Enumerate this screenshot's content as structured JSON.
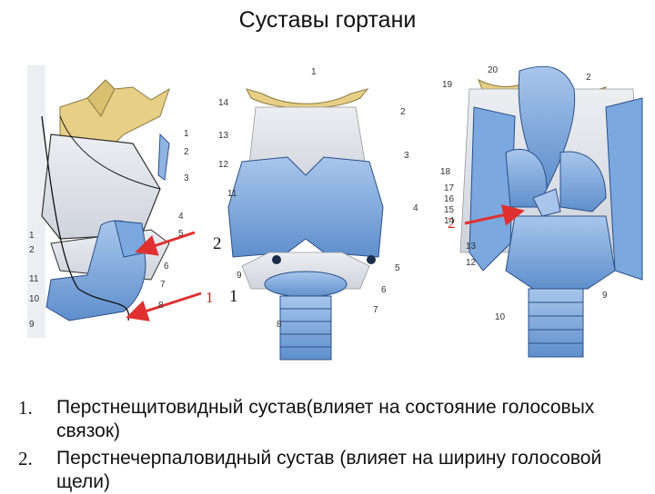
{
  "title": "Суставы гортани",
  "figure": {
    "callouts": {
      "left_2": "2",
      "left_1": "1",
      "middle_1": "1",
      "right_2": "2"
    },
    "left_numbers": [
      "1",
      "2",
      "3",
      "4",
      "5",
      "6",
      "7",
      "8",
      "1",
      "2",
      "11",
      "10",
      "9"
    ],
    "middle_numbers": [
      "1",
      "14",
      "2",
      "13",
      "3",
      "12",
      "11",
      "4",
      "9",
      "5",
      "6",
      "7",
      "8"
    ],
    "right_numbers": [
      "20",
      "2",
      "19",
      "18",
      "17",
      "16",
      "15",
      "14",
      "13",
      "12",
      "9",
      "10"
    ]
  },
  "list": [
    {
      "marker": "1.",
      "text": "Перстнещитовидный сустав(влияет на состояние голосовых связок)"
    },
    {
      "marker": "2.",
      "text": " Перстнечерпаловидный сустав (влияет на ширину голосовой щели)"
    }
  ],
  "colors": {
    "cartilage_blue": "#6f9fd8",
    "cartilage_light": "#a8c6ec",
    "bone_yellow": "#e8cf86",
    "membrane": "#dcdfe6",
    "arrow_red": "#e03030"
  }
}
